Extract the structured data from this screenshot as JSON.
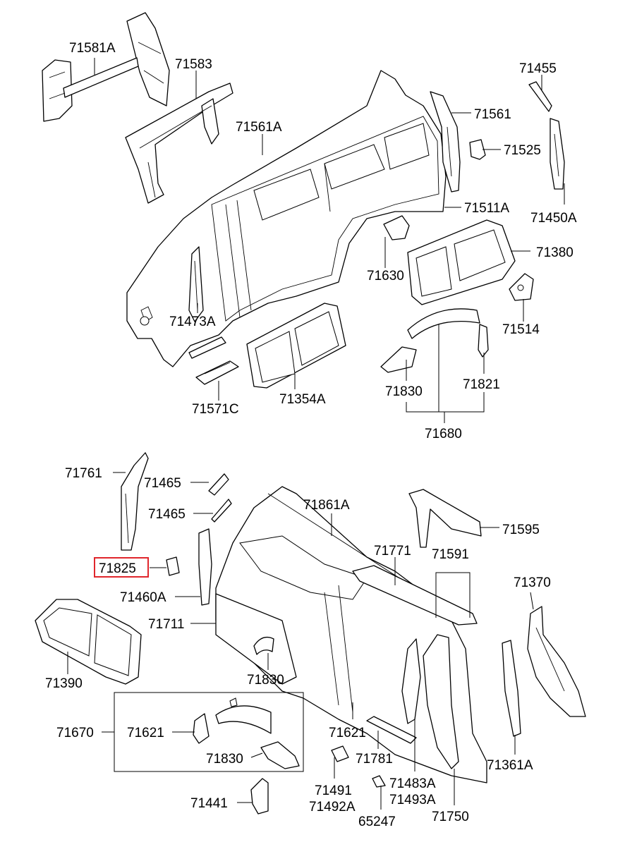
{
  "highlight_color": "#e0262c",
  "highlighted_part": "71825",
  "labels": {
    "l71581A": "71581A",
    "l71583": "71583",
    "l71561A": "71561A",
    "l71455": "71455",
    "l71561": "71561",
    "l71525": "71525",
    "l71450A": "71450A",
    "l71511A": "71511A",
    "l71380": "71380",
    "l71630": "71630",
    "l71514": "71514",
    "l71473A": "71473A",
    "l71830a": "71830",
    "l71821": "71821",
    "l71354A": "71354A",
    "l71571C": "71571C",
    "l71680": "71680",
    "l71761": "71761",
    "l71465a": "71465",
    "l71465b": "71465",
    "l71861A": "71861A",
    "l71595": "71595",
    "l71825": "71825",
    "l71771": "71771",
    "l71591": "71591",
    "l71370": "71370",
    "l71460A": "71460A",
    "l71711": "71711",
    "l71390": "71390",
    "l71830b": "71830",
    "l71670": "71670",
    "l71621a": "71621",
    "l71621b": "71621",
    "l71830c": "71830",
    "l71781": "71781",
    "l71361A": "71361A",
    "l71441": "71441",
    "l71491": "71491",
    "l71492A": "71492A",
    "l71483A": "71483A",
    "l71493A": "71493A",
    "l65247": "65247",
    "l71750": "71750"
  }
}
